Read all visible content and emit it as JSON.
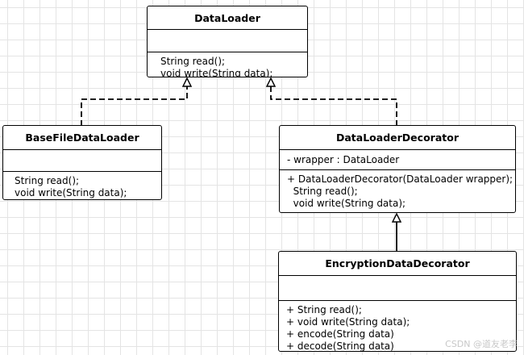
{
  "classes": [
    {
      "id": "data-loader",
      "name": "DataLoader",
      "attributes": [],
      "operations": [
        "String read();",
        "void write(String data);"
      ]
    },
    {
      "id": "base-file-data-loader",
      "name": "BaseFileDataLoader",
      "attributes": [],
      "operations": [
        "String read();",
        "void write(String data);"
      ]
    },
    {
      "id": "data-loader-decorator",
      "name": "DataLoaderDecorator",
      "attributes": [
        "- wrapper : DataLoader"
      ],
      "operations": [
        "+ DataLoaderDecorator(DataLoader wrapper);",
        "  String read();",
        "  void write(String data);"
      ]
    },
    {
      "id": "encryption-data-decorator",
      "name": "EncryptionDataDecorator",
      "attributes": [],
      "operations": [
        "+ String read();",
        "+ void write(String data);",
        "+ encode(String data)",
        "+ decode(String data)"
      ]
    }
  ],
  "relationships": [
    {
      "type": "realization",
      "from": "base-file-data-loader",
      "to": "data-loader"
    },
    {
      "type": "realization",
      "from": "data-loader-decorator",
      "to": "data-loader"
    },
    {
      "type": "generalization",
      "from": "encryption-data-decorator",
      "to": "data-loader-decorator"
    }
  ],
  "colors": {
    "line": "#000000",
    "background": "#ffffff",
    "grid": "#e4e4e4",
    "watermark": "#c8c8c8"
  },
  "watermark": "CSDN @道友老李"
}
